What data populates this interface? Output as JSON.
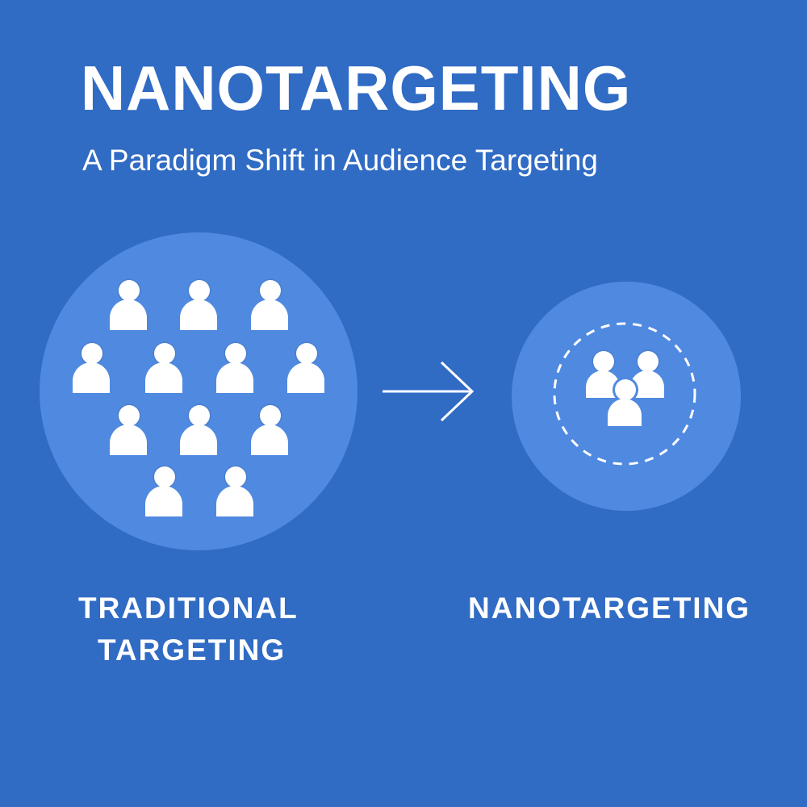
{
  "header": {
    "title": "NANOTARGETING",
    "subtitle": "A Paradigm Shift in Audience Targeting"
  },
  "colors": {
    "background": "#306bc4",
    "circle_fill": "#5089e0",
    "foreground": "#ffffff"
  },
  "diagram": {
    "left": {
      "label": "TRADITIONAL TARGETING",
      "label_lines": [
        "TRADITIONAL",
        "TARGETING"
      ],
      "icon": "crowd-of-people-icon",
      "person_count": 12,
      "rows": [
        3,
        4,
        3,
        2
      ]
    },
    "connector": {
      "icon": "arrow-right-icon"
    },
    "right": {
      "label": "NANOTARGETING",
      "icon": "small-group-in-dashed-circle-icon",
      "person_count": 3
    }
  }
}
